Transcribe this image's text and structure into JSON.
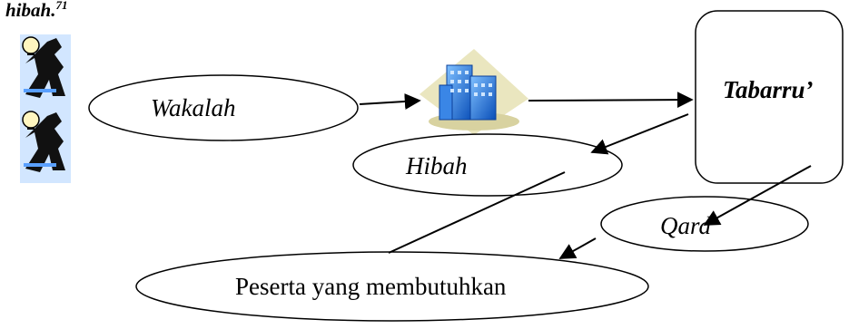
{
  "header": {
    "text": "hibah.",
    "footnote": "71"
  },
  "nodes": {
    "wakalah": "Wakalah",
    "tabarru": "Tabarru’",
    "hibah": "Hibah",
    "qard": "Qard",
    "peserta": "Peserta yang membutuhkan"
  },
  "icons": {
    "person_top": "businessman-lightbulb-icon",
    "person_bottom": "businessman-lightbulb-icon",
    "building": "office-building-icon"
  },
  "colors": {
    "stroke": "#000000",
    "building_blue": "#1f6fd6",
    "building_shadow": "#c9c6a6"
  }
}
